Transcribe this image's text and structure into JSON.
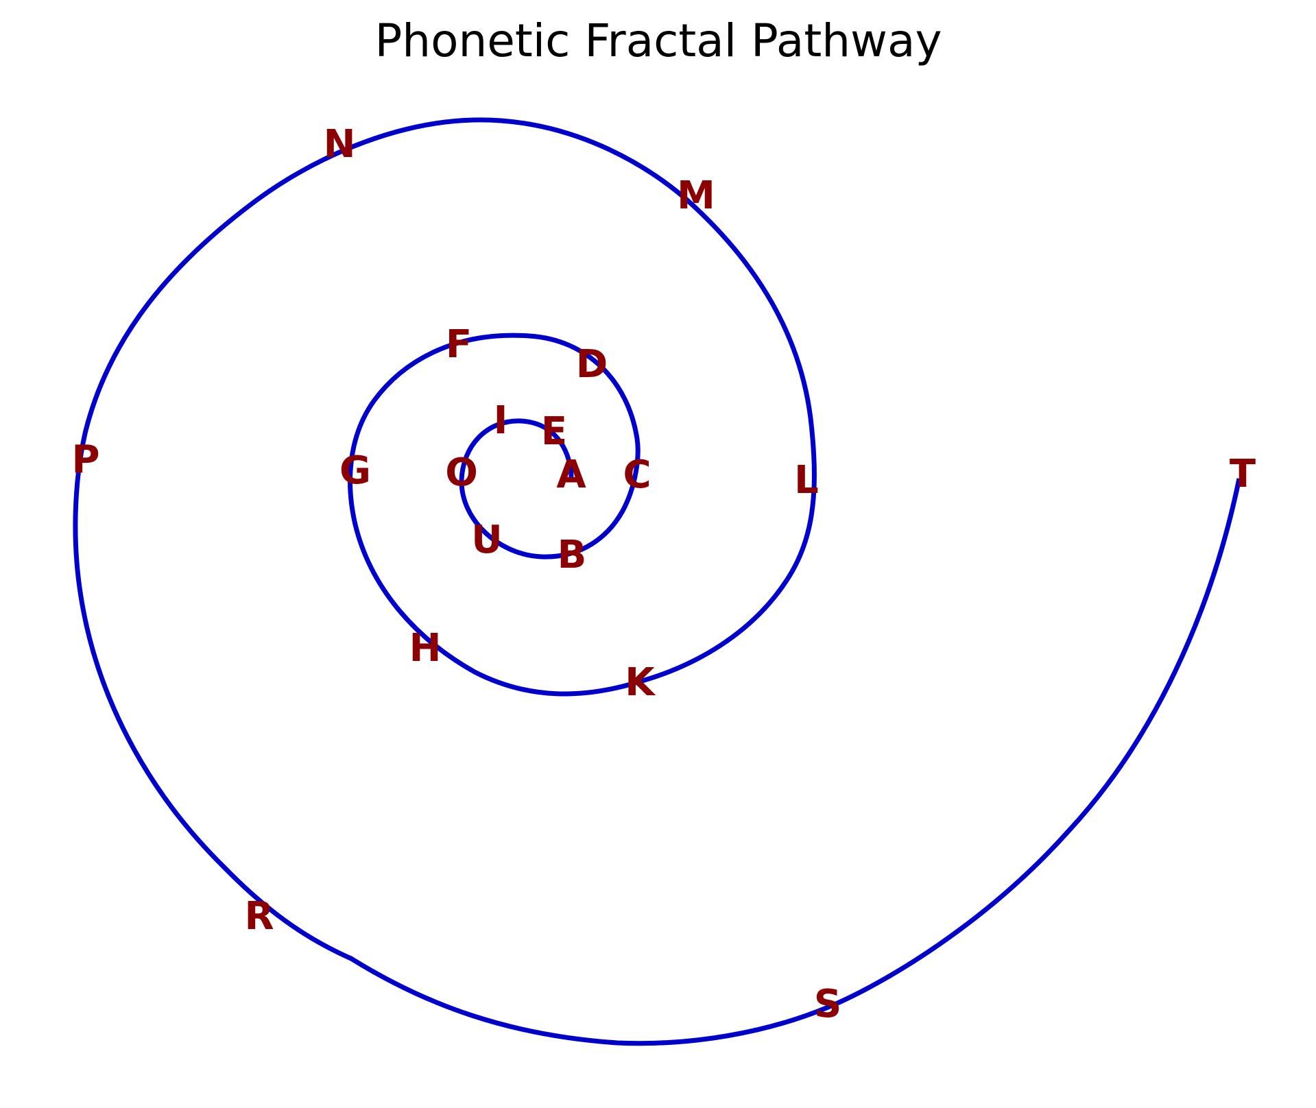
{
  "title": "Phonetic Fractal Pathway",
  "colors": {
    "path": "#0000cc",
    "letters": "#8b0000",
    "background": "#ffffff",
    "title": "#000000"
  },
  "letters": [
    "A",
    "B",
    "U",
    "O",
    "I",
    "E",
    "C",
    "D",
    "F",
    "G",
    "H",
    "K",
    "L",
    "M",
    "N",
    "P",
    "R",
    "S",
    "T"
  ]
}
